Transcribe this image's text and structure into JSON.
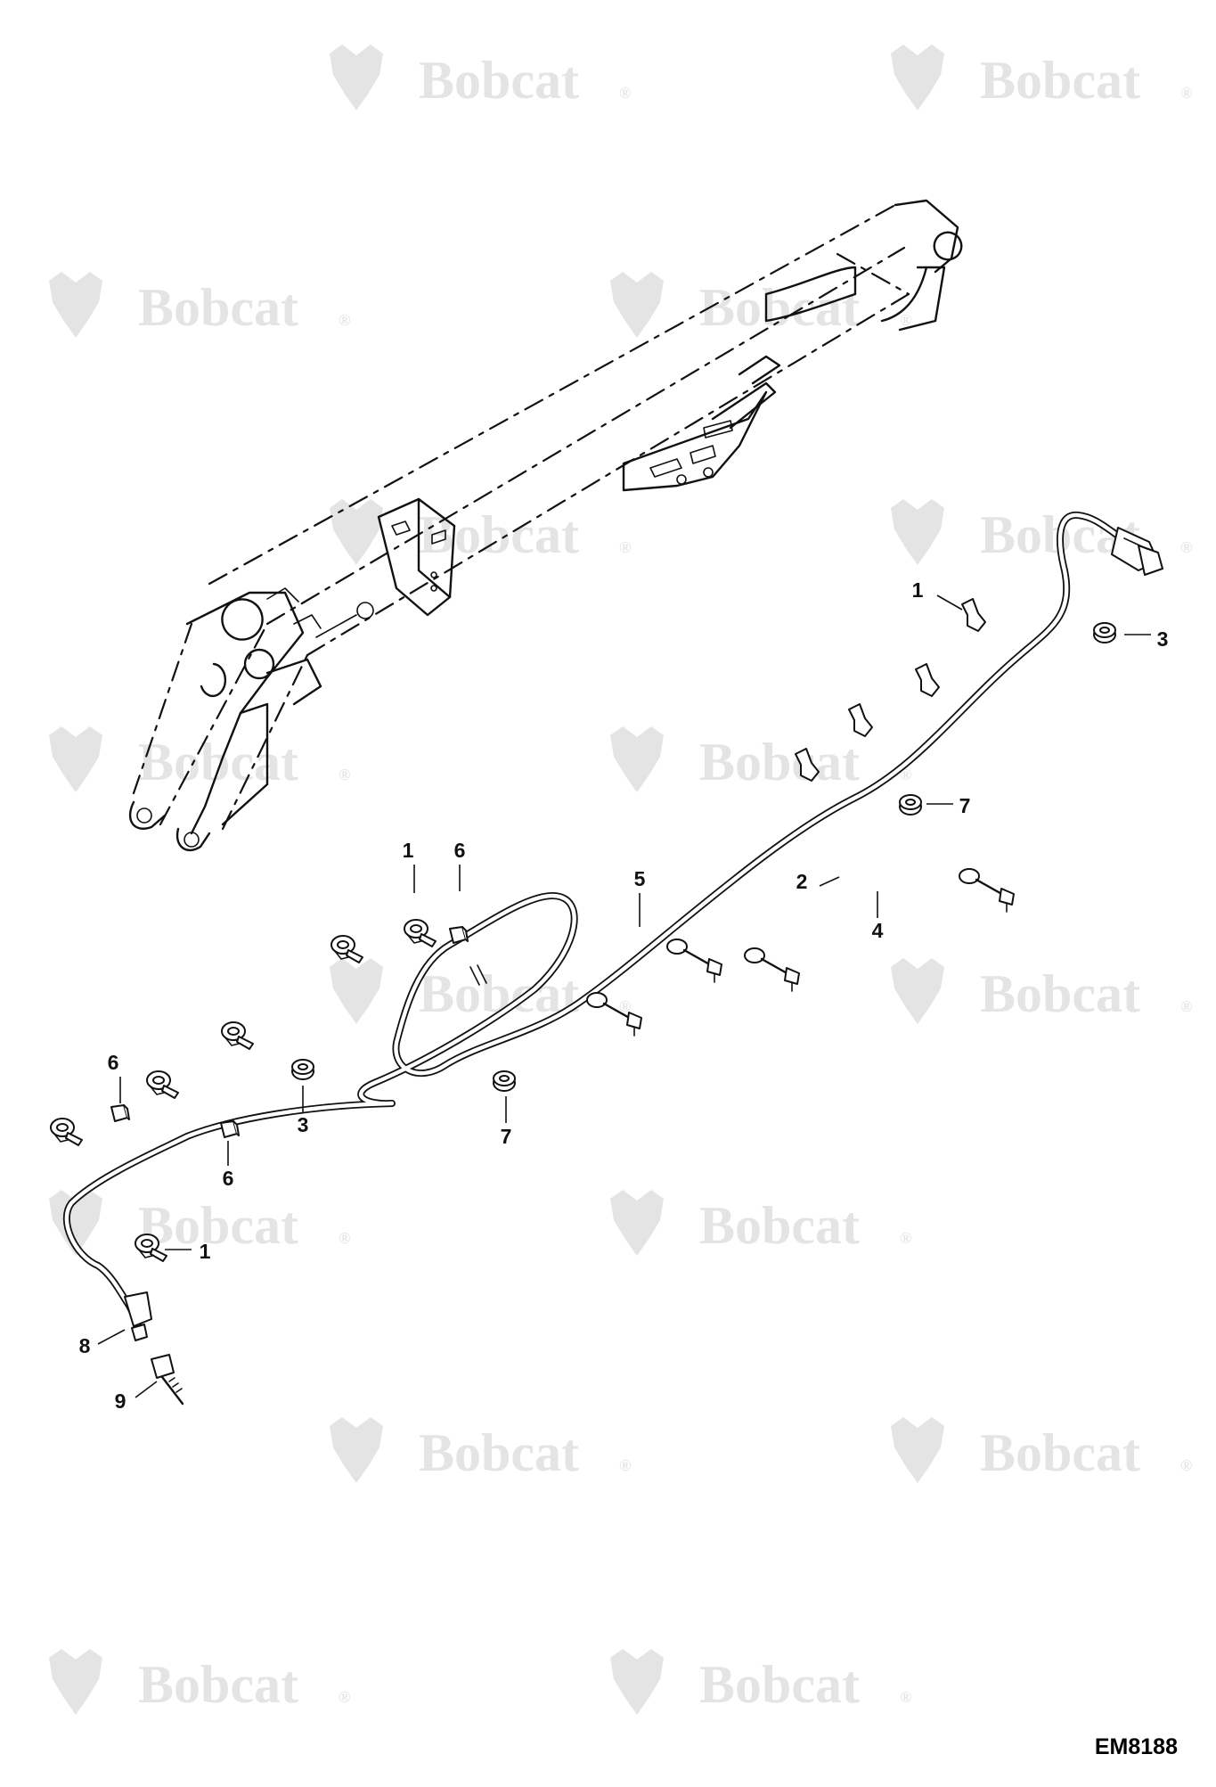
{
  "watermark": {
    "brand": "Bobcat",
    "registered_mark": "®"
  },
  "figure": {
    "code": "EM8188"
  },
  "callouts": [
    {
      "label": "1"
    },
    {
      "label": "3"
    },
    {
      "label": "7"
    },
    {
      "label": "1"
    },
    {
      "label": "6"
    },
    {
      "label": "5"
    },
    {
      "label": "2"
    },
    {
      "label": "4"
    },
    {
      "label": "6"
    },
    {
      "label": "3"
    },
    {
      "label": "7"
    },
    {
      "label": "6"
    },
    {
      "label": "1"
    },
    {
      "label": "8"
    },
    {
      "label": "9"
    }
  ],
  "icons": {
    "watermark_logo": "bobcat-head-icon"
  }
}
